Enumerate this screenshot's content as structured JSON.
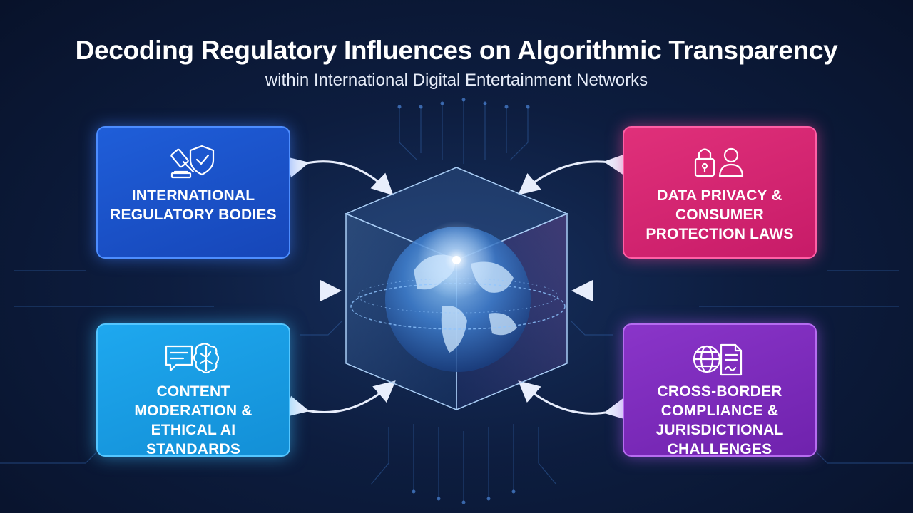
{
  "header": {
    "title": "Decoding Regulatory Influences on Algorithmic Transparency",
    "subtitle": "within International Digital Entertainment Networks"
  },
  "nodes": [
    {
      "id": "top-left",
      "label": "INTERNATIONAL REGULATORY BODIES",
      "icon": "gavel-shield-icon",
      "color": "#1f5ed9"
    },
    {
      "id": "top-right",
      "label": "DATA PRIVACY & CONSUMER PROTECTION LAWS",
      "icon": "lock-person-icon",
      "color": "#d42470"
    },
    {
      "id": "bottom-left",
      "label": "CONTENT MODERATION & ETHICAL AI STANDARDS",
      "icon": "chat-brain-icon",
      "color": "#1a9fe6"
    },
    {
      "id": "bottom-right",
      "label": "CROSS-BORDER COMPLIANCE & JURISDICTIONAL CHALLENGES",
      "icon": "globe-document-icon",
      "color": "#7e2bbd"
    }
  ],
  "center": {
    "icon": "globe-cube-icon"
  },
  "colors": {
    "background": "#0d1d3f",
    "arrow": "#e8eefc"
  }
}
